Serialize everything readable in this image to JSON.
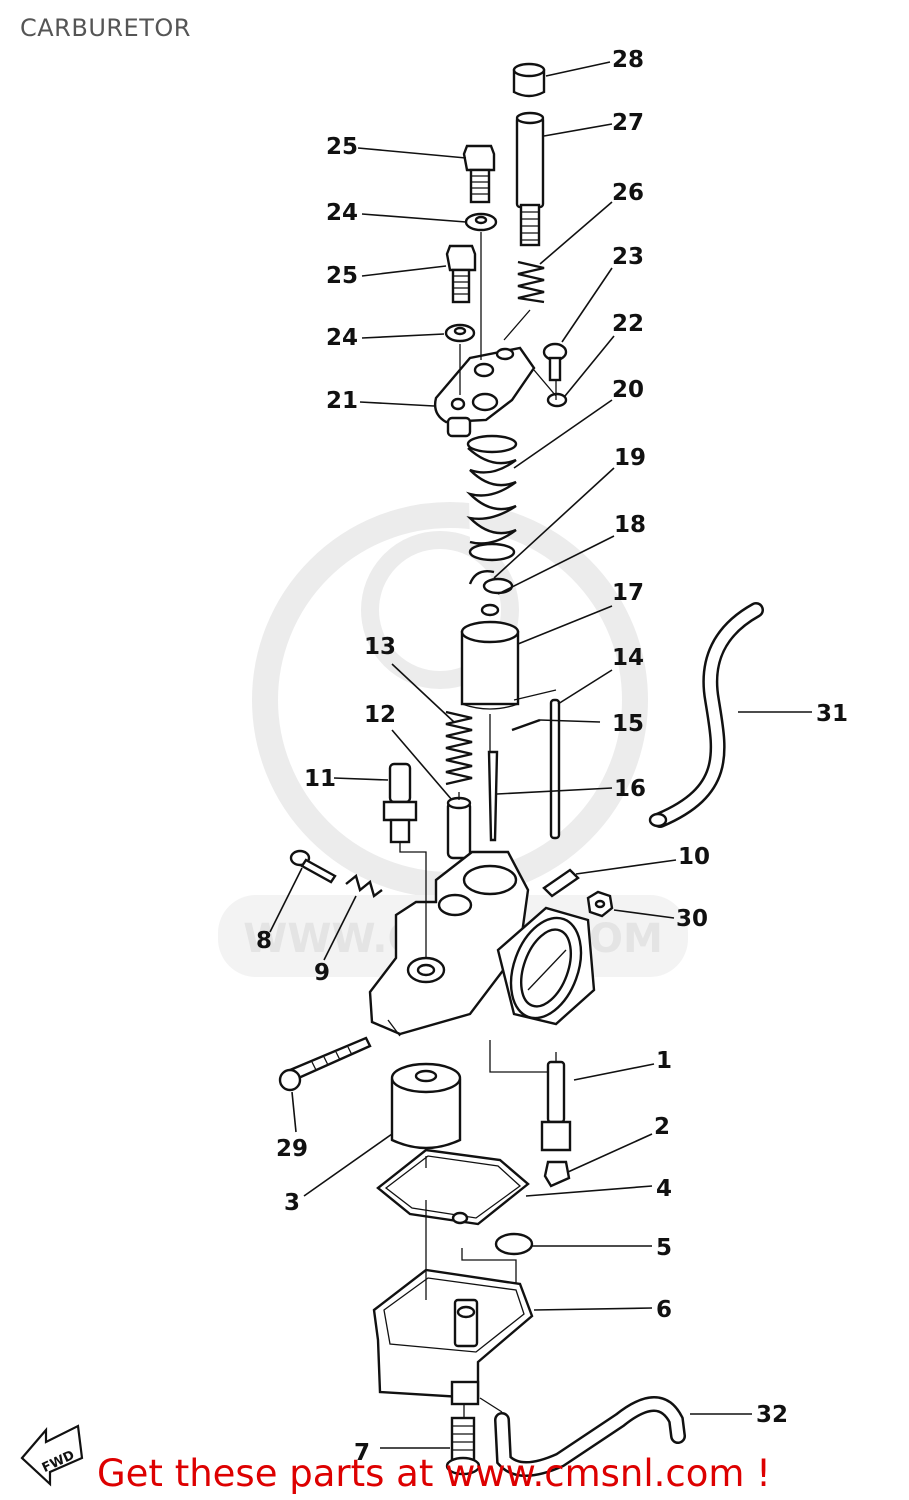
{
  "page": {
    "title": "CARBURETOR",
    "footer": "Get these parts at www.cmsnl.com !",
    "watermark": "WWW.CMSNL.COM",
    "fwd_label": "FWD"
  },
  "colors": {
    "ink": "#111111",
    "title": "#555555",
    "footer": "#dd0000",
    "watermark": "#e4e4e4"
  },
  "callouts": [
    {
      "id": "1",
      "text": "1"
    },
    {
      "id": "2",
      "text": "2"
    },
    {
      "id": "3",
      "text": "3"
    },
    {
      "id": "4",
      "text": "4"
    },
    {
      "id": "5",
      "text": "5"
    },
    {
      "id": "6",
      "text": "6"
    },
    {
      "id": "7",
      "text": "7"
    },
    {
      "id": "8",
      "text": "8"
    },
    {
      "id": "9",
      "text": "9"
    },
    {
      "id": "10",
      "text": "10"
    },
    {
      "id": "11",
      "text": "11"
    },
    {
      "id": "12",
      "text": "12"
    },
    {
      "id": "13",
      "text": "13"
    },
    {
      "id": "14",
      "text": "14"
    },
    {
      "id": "15",
      "text": "15"
    },
    {
      "id": "16",
      "text": "16"
    },
    {
      "id": "17",
      "text": "17"
    },
    {
      "id": "18",
      "text": "18"
    },
    {
      "id": "19",
      "text": "19"
    },
    {
      "id": "20",
      "text": "20"
    },
    {
      "id": "21",
      "text": "21"
    },
    {
      "id": "22",
      "text": "22"
    },
    {
      "id": "23",
      "text": "23"
    },
    {
      "id": "24a",
      "text": "24"
    },
    {
      "id": "24b",
      "text": "24"
    },
    {
      "id": "25a",
      "text": "25"
    },
    {
      "id": "25b",
      "text": "25"
    },
    {
      "id": "26",
      "text": "26"
    },
    {
      "id": "27",
      "text": "27"
    },
    {
      "id": "28",
      "text": "28"
    },
    {
      "id": "29",
      "text": "29"
    },
    {
      "id": "30",
      "text": "30"
    },
    {
      "id": "31",
      "text": "31"
    },
    {
      "id": "32",
      "text": "32"
    }
  ]
}
